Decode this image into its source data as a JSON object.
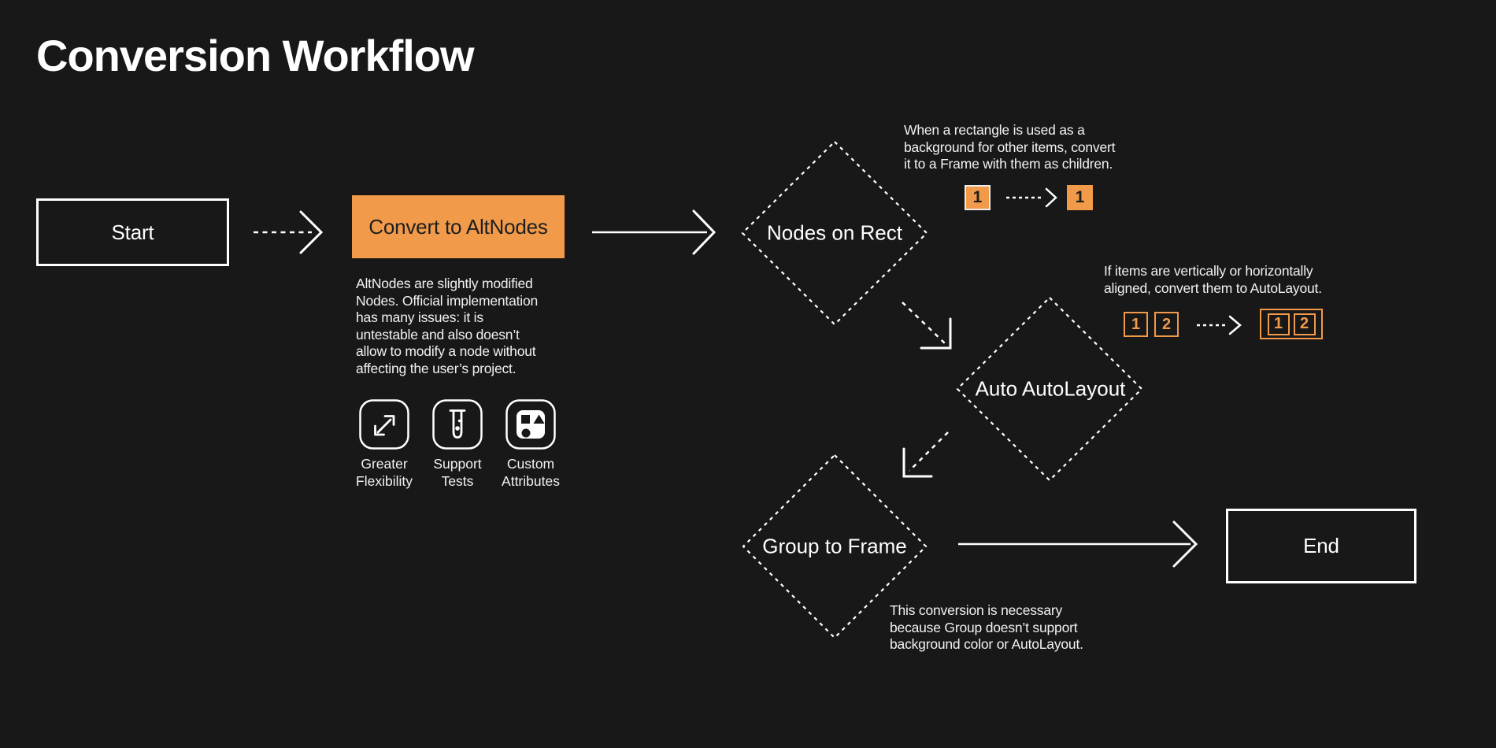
{
  "title": "Conversion Workflow",
  "colors": {
    "background": "#181818",
    "accent": "#F09A4A",
    "stroke": "#FFFFFF",
    "text_on_accent": "#1E1E1E"
  },
  "nodes": {
    "start": {
      "label": "Start"
    },
    "convert": {
      "label": "Convert to AltNodes"
    },
    "nodes_on_rect": {
      "label": "Nodes on Rect"
    },
    "auto_autolayout": {
      "label": "Auto AutoLayout"
    },
    "group_to_frame": {
      "label": "Group to Frame"
    },
    "end": {
      "label": "End"
    }
  },
  "annotations": {
    "altnodes": "AltNodes are slightly modified\nNodes. Official implementation\nhas many issues: it is\nuntestable and also doesn’t\nallow to modify a node without\naffecting the user’s project.",
    "nodes_on_rect": "When a rectangle is used as a\nbackground for other items, convert\nit to a Frame with them as children.",
    "auto_autolayout": "If items are vertically or horizontally\naligned, convert them to AutoLayout.",
    "group_to_frame": "This conversion is necessary\nbecause Group doesn’t support\nbackground color or AutoLayout."
  },
  "features": [
    {
      "icon": "expand-icon",
      "label": "Greater\nFlexibility"
    },
    {
      "icon": "test-tube-icon",
      "label": "Support\nTests"
    },
    {
      "icon": "shapes-icon",
      "label": "Custom\nAttributes"
    }
  ],
  "mini": {
    "rect_before": "1",
    "rect_after": "1",
    "al_before_1": "1",
    "al_before_2": "2",
    "al_after_1": "1",
    "al_after_2": "2"
  }
}
